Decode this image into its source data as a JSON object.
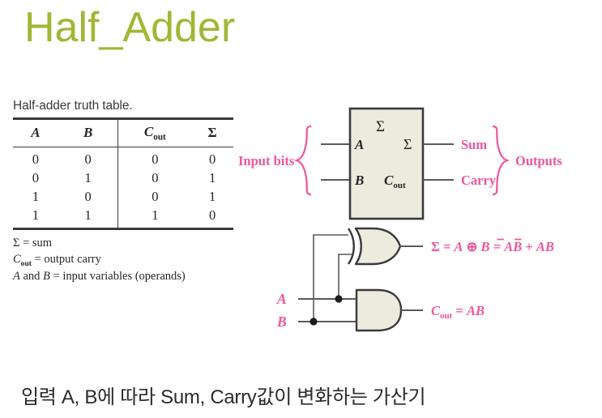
{
  "slide": {
    "title": "Half_Adder",
    "title_color": "#a3b635",
    "caption": "입력 A, B에 따라 Sum, Carry값이 변화하는 가산기"
  },
  "truth_table": {
    "caption": "Half-adder truth table.",
    "headers": [
      "A",
      "B",
      "C",
      "out",
      "Σ"
    ],
    "header_a": "A",
    "header_b": "B",
    "header_cout_main": "C",
    "header_cout_sub": "out",
    "header_sigma": "Σ",
    "rows": [
      {
        "a": "0",
        "b": "0",
        "cout": "0",
        "sum": "0"
      },
      {
        "a": "0",
        "b": "1",
        "cout": "0",
        "sum": "1"
      },
      {
        "a": "1",
        "b": "0",
        "cout": "0",
        "sum": "1"
      },
      {
        "a": "1",
        "b": "1",
        "cout": "1",
        "sum": "0"
      }
    ],
    "legend": {
      "line1_sym": "Σ",
      "line1_text": " = sum",
      "line2_sym": "C",
      "line2_sub": "out",
      "line2_text": " = output carry",
      "line3_a": "A",
      "line3_and": " and ",
      "line3_b": "B",
      "line3_text": " = input variables (operands)"
    }
  },
  "block_diagram": {
    "input_label": "Input bits",
    "output_label": "Outputs",
    "box_top_symbol": "Σ",
    "input_a": "A",
    "input_b": "B",
    "output_sigma": "Σ",
    "output_cout_main": "C",
    "output_cout_sub": "out",
    "out_sum": "Sum",
    "out_carry": "Carry",
    "box_fill": "#edeade",
    "box_stroke": "#3a3a3a",
    "accent_color": "#f0559b"
  },
  "logic_diagram": {
    "input_a": "A",
    "input_b": "B",
    "xor_formula": "Σ = A ⊕ B = AB̄ + ĀB",
    "xor_eq_sigma": "Σ",
    "xor_eq_part1": " = A ⊕ B = A",
    "xor_eq_bbar": "B",
    "xor_eq_plus": " + ",
    "xor_eq_abar": "A",
    "xor_eq_b": "B",
    "and_formula": "Cout = AB",
    "and_eq_c": "C",
    "and_eq_sub": "out",
    "and_eq_rest": " = AB",
    "gate_fill": "#edeade",
    "gate_stroke": "#3a3a3a",
    "accent_color": "#f0559b"
  }
}
